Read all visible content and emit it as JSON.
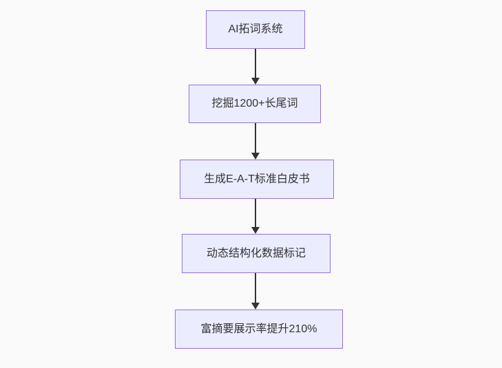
{
  "diagram": {
    "type": "flowchart",
    "direction": "top-down",
    "nodes": [
      {
        "id": "1",
        "label": "AI拓词系统"
      },
      {
        "id": "2",
        "label": "挖掘1200+长尾词"
      },
      {
        "id": "3",
        "label": "生成E-A-T标准白皮书"
      },
      {
        "id": "4",
        "label": "动态结构化数据标记"
      },
      {
        "id": "5",
        "label": "富摘要展示率提升210%"
      }
    ],
    "edges": [
      {
        "from": "1",
        "to": "2",
        "style": "arrow-down"
      },
      {
        "from": "2",
        "to": "3",
        "style": "arrow-down"
      },
      {
        "from": "3",
        "to": "4",
        "style": "arrow-down"
      },
      {
        "from": "4",
        "to": "5",
        "style": "arrow-down"
      }
    ],
    "colors": {
      "background": "#fafafa",
      "node_fill": "#ECECFF",
      "node_border": "#9370DB",
      "arrow": "#333333",
      "text": "#333333"
    }
  }
}
